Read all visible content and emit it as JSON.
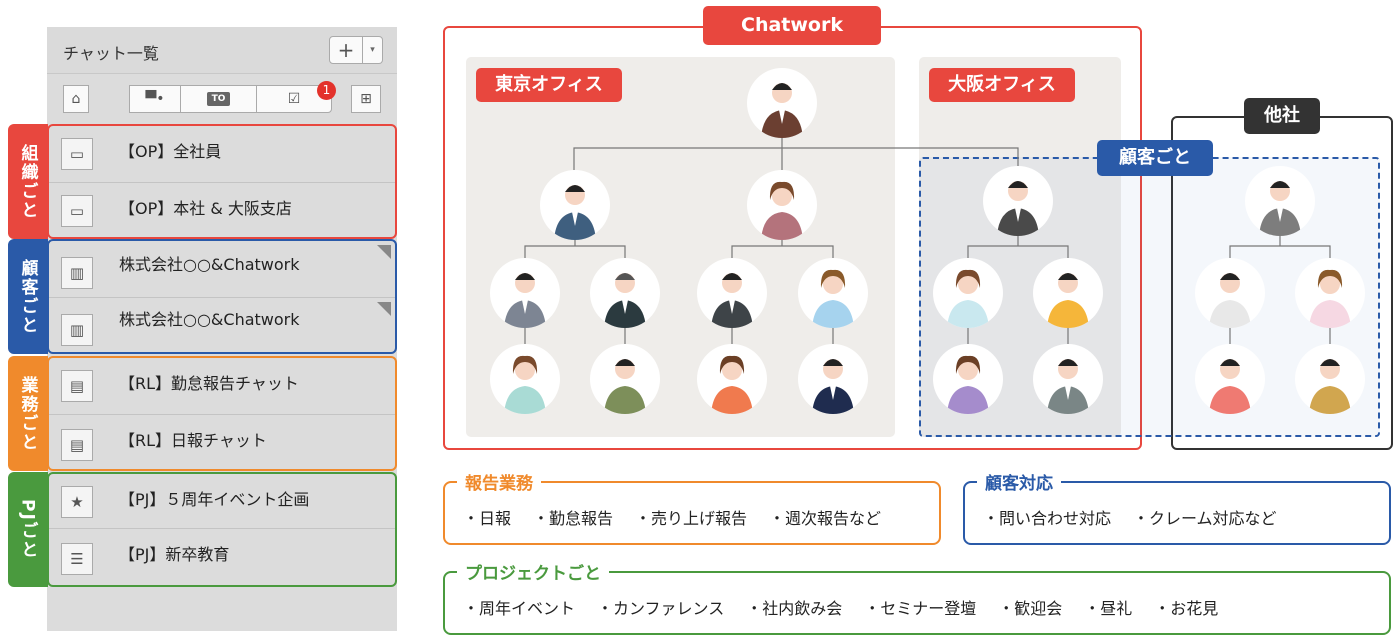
{
  "chat_list": {
    "title": "チャット一覧",
    "add_label": "+",
    "toolbar": {
      "home_icon": "home-icon",
      "mention_icon": "mention-icon",
      "to_label": "TO",
      "task_icon": "task-check-icon",
      "badge_count": "1",
      "layout_icon": "layout-tree-icon"
    },
    "groups": [
      {
        "tag": "組織ごと",
        "color": "#e8473e",
        "rooms": [
          {
            "label": "【OP】全社員",
            "icon": "laptop-icon"
          },
          {
            "label": "【OP】本社 & 大阪支店",
            "icon": "laptop-icon"
          }
        ]
      },
      {
        "tag": "顧客ごと",
        "color": "#2a5aa8",
        "rooms": [
          {
            "label": "株式会社○○&Chatwork",
            "icon": "building-icon"
          },
          {
            "label": "株式会社○○&Chatwork",
            "icon": "building-icon"
          }
        ]
      },
      {
        "tag": "業務ごと",
        "color": "#f08a2c",
        "rooms": [
          {
            "label": "【RL】勤怠報告チャット",
            "icon": "document-icon"
          },
          {
            "label": "【RL】日報チャット",
            "icon": "document-icon"
          }
        ]
      },
      {
        "tag": "PJごと",
        "color": "#4a9a3e",
        "rooms": [
          {
            "label": "【PJ】５周年イベント企画",
            "icon": "star-icon"
          },
          {
            "label": "【PJ】新卒教育",
            "icon": "books-icon"
          }
        ]
      }
    ]
  },
  "org": {
    "chatwork_label": "Chatwork",
    "tokyo_label": "東京オフィス",
    "osaka_label": "大阪オフィス",
    "other_label": "他社",
    "customer_label": "顧客ごと",
    "colors": {
      "red": "#e8473e",
      "blue": "#2a5aa8",
      "dark": "#333333"
    }
  },
  "tasks": {
    "report": {
      "title": "報告業務",
      "items": [
        "・日報",
        "・勤怠報告",
        "・売り上げ報告",
        "・週次報告など"
      ]
    },
    "customer": {
      "title": "顧客対応",
      "items": [
        "・問い合わせ対応",
        "・クレーム対応など"
      ]
    },
    "project": {
      "title": "プロジェクトごと",
      "items": [
        "・周年イベント",
        "・カンファレンス",
        "・社内飲み会",
        "・セミナー登壇",
        "・歓迎会",
        "・昼礼",
        "・お花見"
      ]
    }
  }
}
